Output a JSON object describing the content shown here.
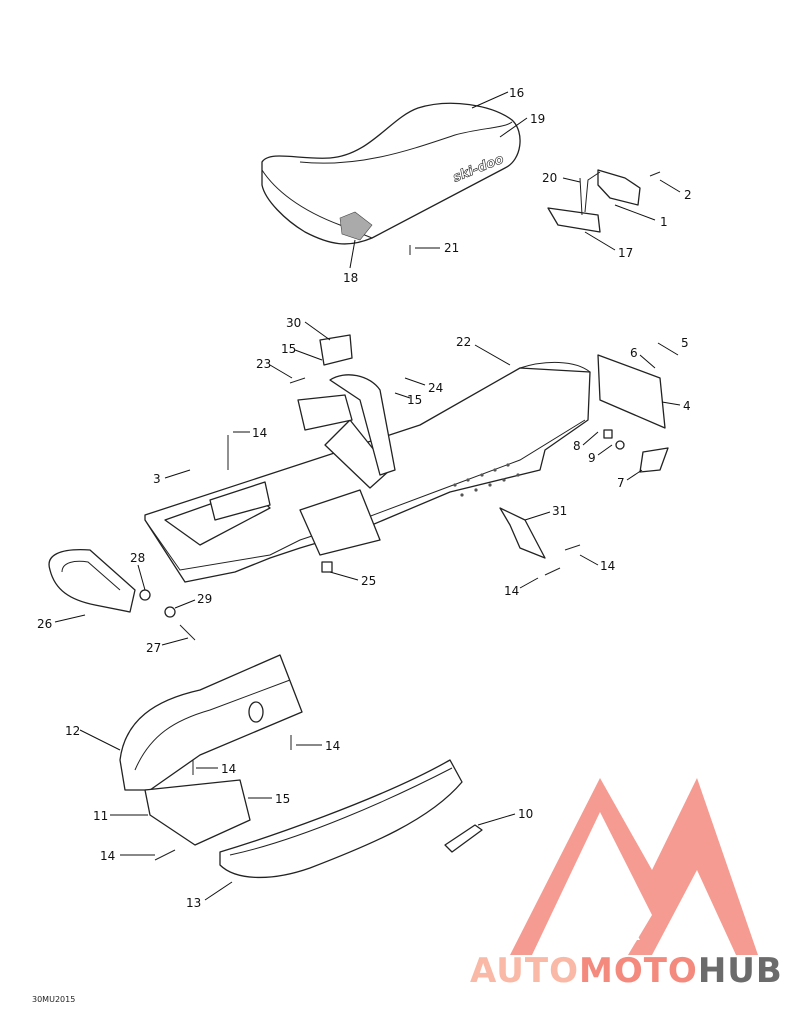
{
  "callouts": [
    {
      "id": "16",
      "label": "16"
    },
    {
      "id": "19",
      "label": "19"
    },
    {
      "id": "20",
      "label": "20"
    },
    {
      "id": "2",
      "label": "2"
    },
    {
      "id": "1",
      "label": "1"
    },
    {
      "id": "17",
      "label": "17"
    },
    {
      "id": "21",
      "label": "21"
    },
    {
      "id": "18",
      "label": "18"
    },
    {
      "id": "30",
      "label": "30"
    },
    {
      "id": "22",
      "label": "22"
    },
    {
      "id": "15a",
      "label": "15"
    },
    {
      "id": "23",
      "label": "23"
    },
    {
      "id": "24",
      "label": "24"
    },
    {
      "id": "15b",
      "label": "15"
    },
    {
      "id": "5",
      "label": "5"
    },
    {
      "id": "6",
      "label": "6"
    },
    {
      "id": "4",
      "label": "4"
    },
    {
      "id": "14a",
      "label": "14"
    },
    {
      "id": "3",
      "label": "3"
    },
    {
      "id": "8",
      "label": "8"
    },
    {
      "id": "9",
      "label": "9"
    },
    {
      "id": "7",
      "label": "7"
    },
    {
      "id": "31",
      "label": "31"
    },
    {
      "id": "14b",
      "label": "14"
    },
    {
      "id": "14c",
      "label": "14"
    },
    {
      "id": "28",
      "label": "28"
    },
    {
      "id": "25",
      "label": "25"
    },
    {
      "id": "29",
      "label": "29"
    },
    {
      "id": "26",
      "label": "26"
    },
    {
      "id": "27",
      "label": "27"
    },
    {
      "id": "12",
      "label": "12"
    },
    {
      "id": "14d",
      "label": "14"
    },
    {
      "id": "14e",
      "label": "14"
    },
    {
      "id": "15c",
      "label": "15"
    },
    {
      "id": "11",
      "label": "11"
    },
    {
      "id": "10",
      "label": "10"
    },
    {
      "id": "14f",
      "label": "14"
    },
    {
      "id": "13",
      "label": "13"
    }
  ],
  "seat_logo": "ski-doo",
  "figure_code": "30MU2015",
  "watermark": {
    "part1": "AUTO",
    "part2": "MOTO",
    "part3": "HUB",
    "color_light": "#f7a9a0",
    "color_mid": "#f48a7e",
    "color_dark": "#6b6b6b"
  }
}
